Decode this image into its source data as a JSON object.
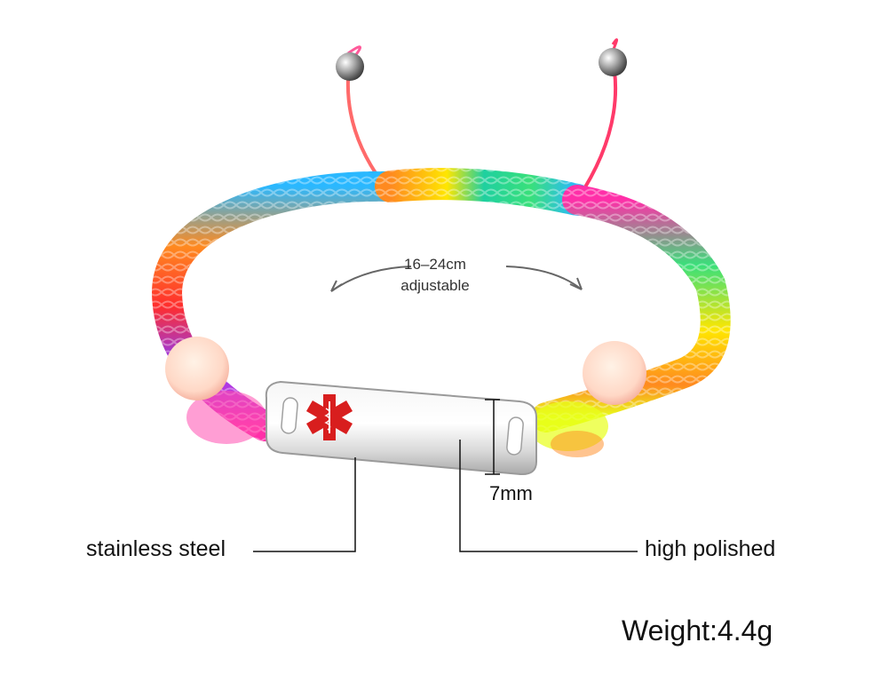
{
  "product": {
    "adjust_range": "16–24cm",
    "adjust_word": "adjustable",
    "plate_width": "7mm",
    "material": "stainless steel",
    "finish": "high polished",
    "weight": "Weight:4.4g"
  },
  "colors": {
    "background": "#ffffff",
    "medical_symbol": "#d81e1e",
    "plate": "#dcdcdc",
    "cord_palette": [
      "#ff2d2d",
      "#ff8a1f",
      "#ffe600",
      "#39e07a",
      "#1fd0c8",
      "#2ab8ff",
      "#8a3cff",
      "#ff2fa8"
    ]
  },
  "icons": [
    "medical-alert-star-of-life-icon",
    "curved-double-arrow-icon"
  ]
}
